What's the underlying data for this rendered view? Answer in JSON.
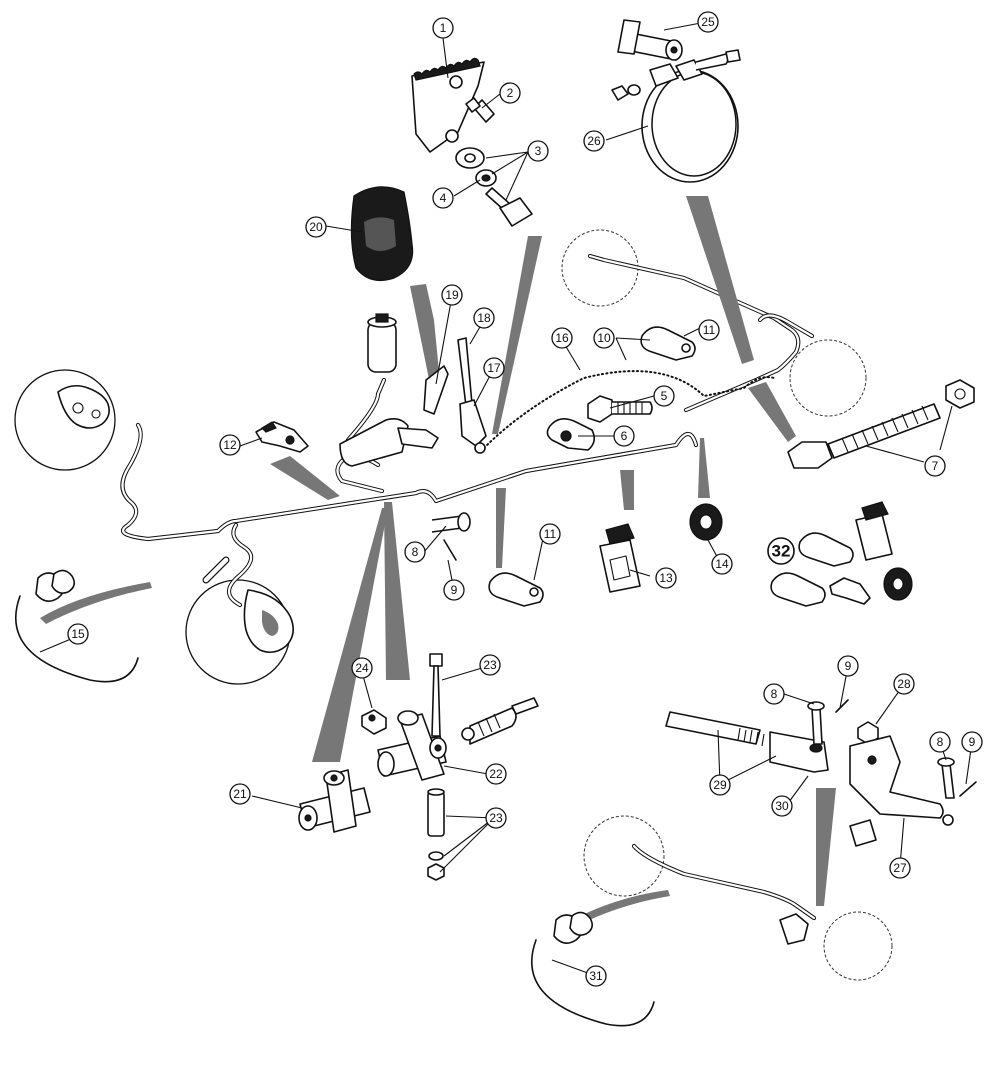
{
  "callouts": [
    {
      "id": "1",
      "label": "1"
    },
    {
      "id": "2",
      "label": "2"
    },
    {
      "id": "3",
      "label": "3"
    },
    {
      "id": "4",
      "label": "4"
    },
    {
      "id": "5",
      "label": "5"
    },
    {
      "id": "6",
      "label": "6"
    },
    {
      "id": "7",
      "label": "7"
    },
    {
      "id": "8a",
      "label": "8"
    },
    {
      "id": "8b",
      "label": "8"
    },
    {
      "id": "8c",
      "label": "8"
    },
    {
      "id": "9a",
      "label": "9"
    },
    {
      "id": "9b",
      "label": "9"
    },
    {
      "id": "9c",
      "label": "9"
    },
    {
      "id": "10",
      "label": "10"
    },
    {
      "id": "11a",
      "label": "11"
    },
    {
      "id": "11b",
      "label": "11"
    },
    {
      "id": "12",
      "label": "12"
    },
    {
      "id": "13",
      "label": "13"
    },
    {
      "id": "14",
      "label": "14"
    },
    {
      "id": "15",
      "label": "15"
    },
    {
      "id": "16",
      "label": "16"
    },
    {
      "id": "17",
      "label": "17"
    },
    {
      "id": "18",
      "label": "18"
    },
    {
      "id": "19",
      "label": "19"
    },
    {
      "id": "20",
      "label": "20"
    },
    {
      "id": "21",
      "label": "21"
    },
    {
      "id": "22",
      "label": "22"
    },
    {
      "id": "23a",
      "label": "23"
    },
    {
      "id": "23b",
      "label": "23"
    },
    {
      "id": "24",
      "label": "24"
    },
    {
      "id": "25",
      "label": "25"
    },
    {
      "id": "26",
      "label": "26"
    },
    {
      "id": "27",
      "label": "27"
    },
    {
      "id": "28",
      "label": "28"
    },
    {
      "id": "29",
      "label": "29"
    },
    {
      "id": "30",
      "label": "30"
    },
    {
      "id": "31",
      "label": "31"
    },
    {
      "id": "32",
      "label": "32"
    }
  ]
}
